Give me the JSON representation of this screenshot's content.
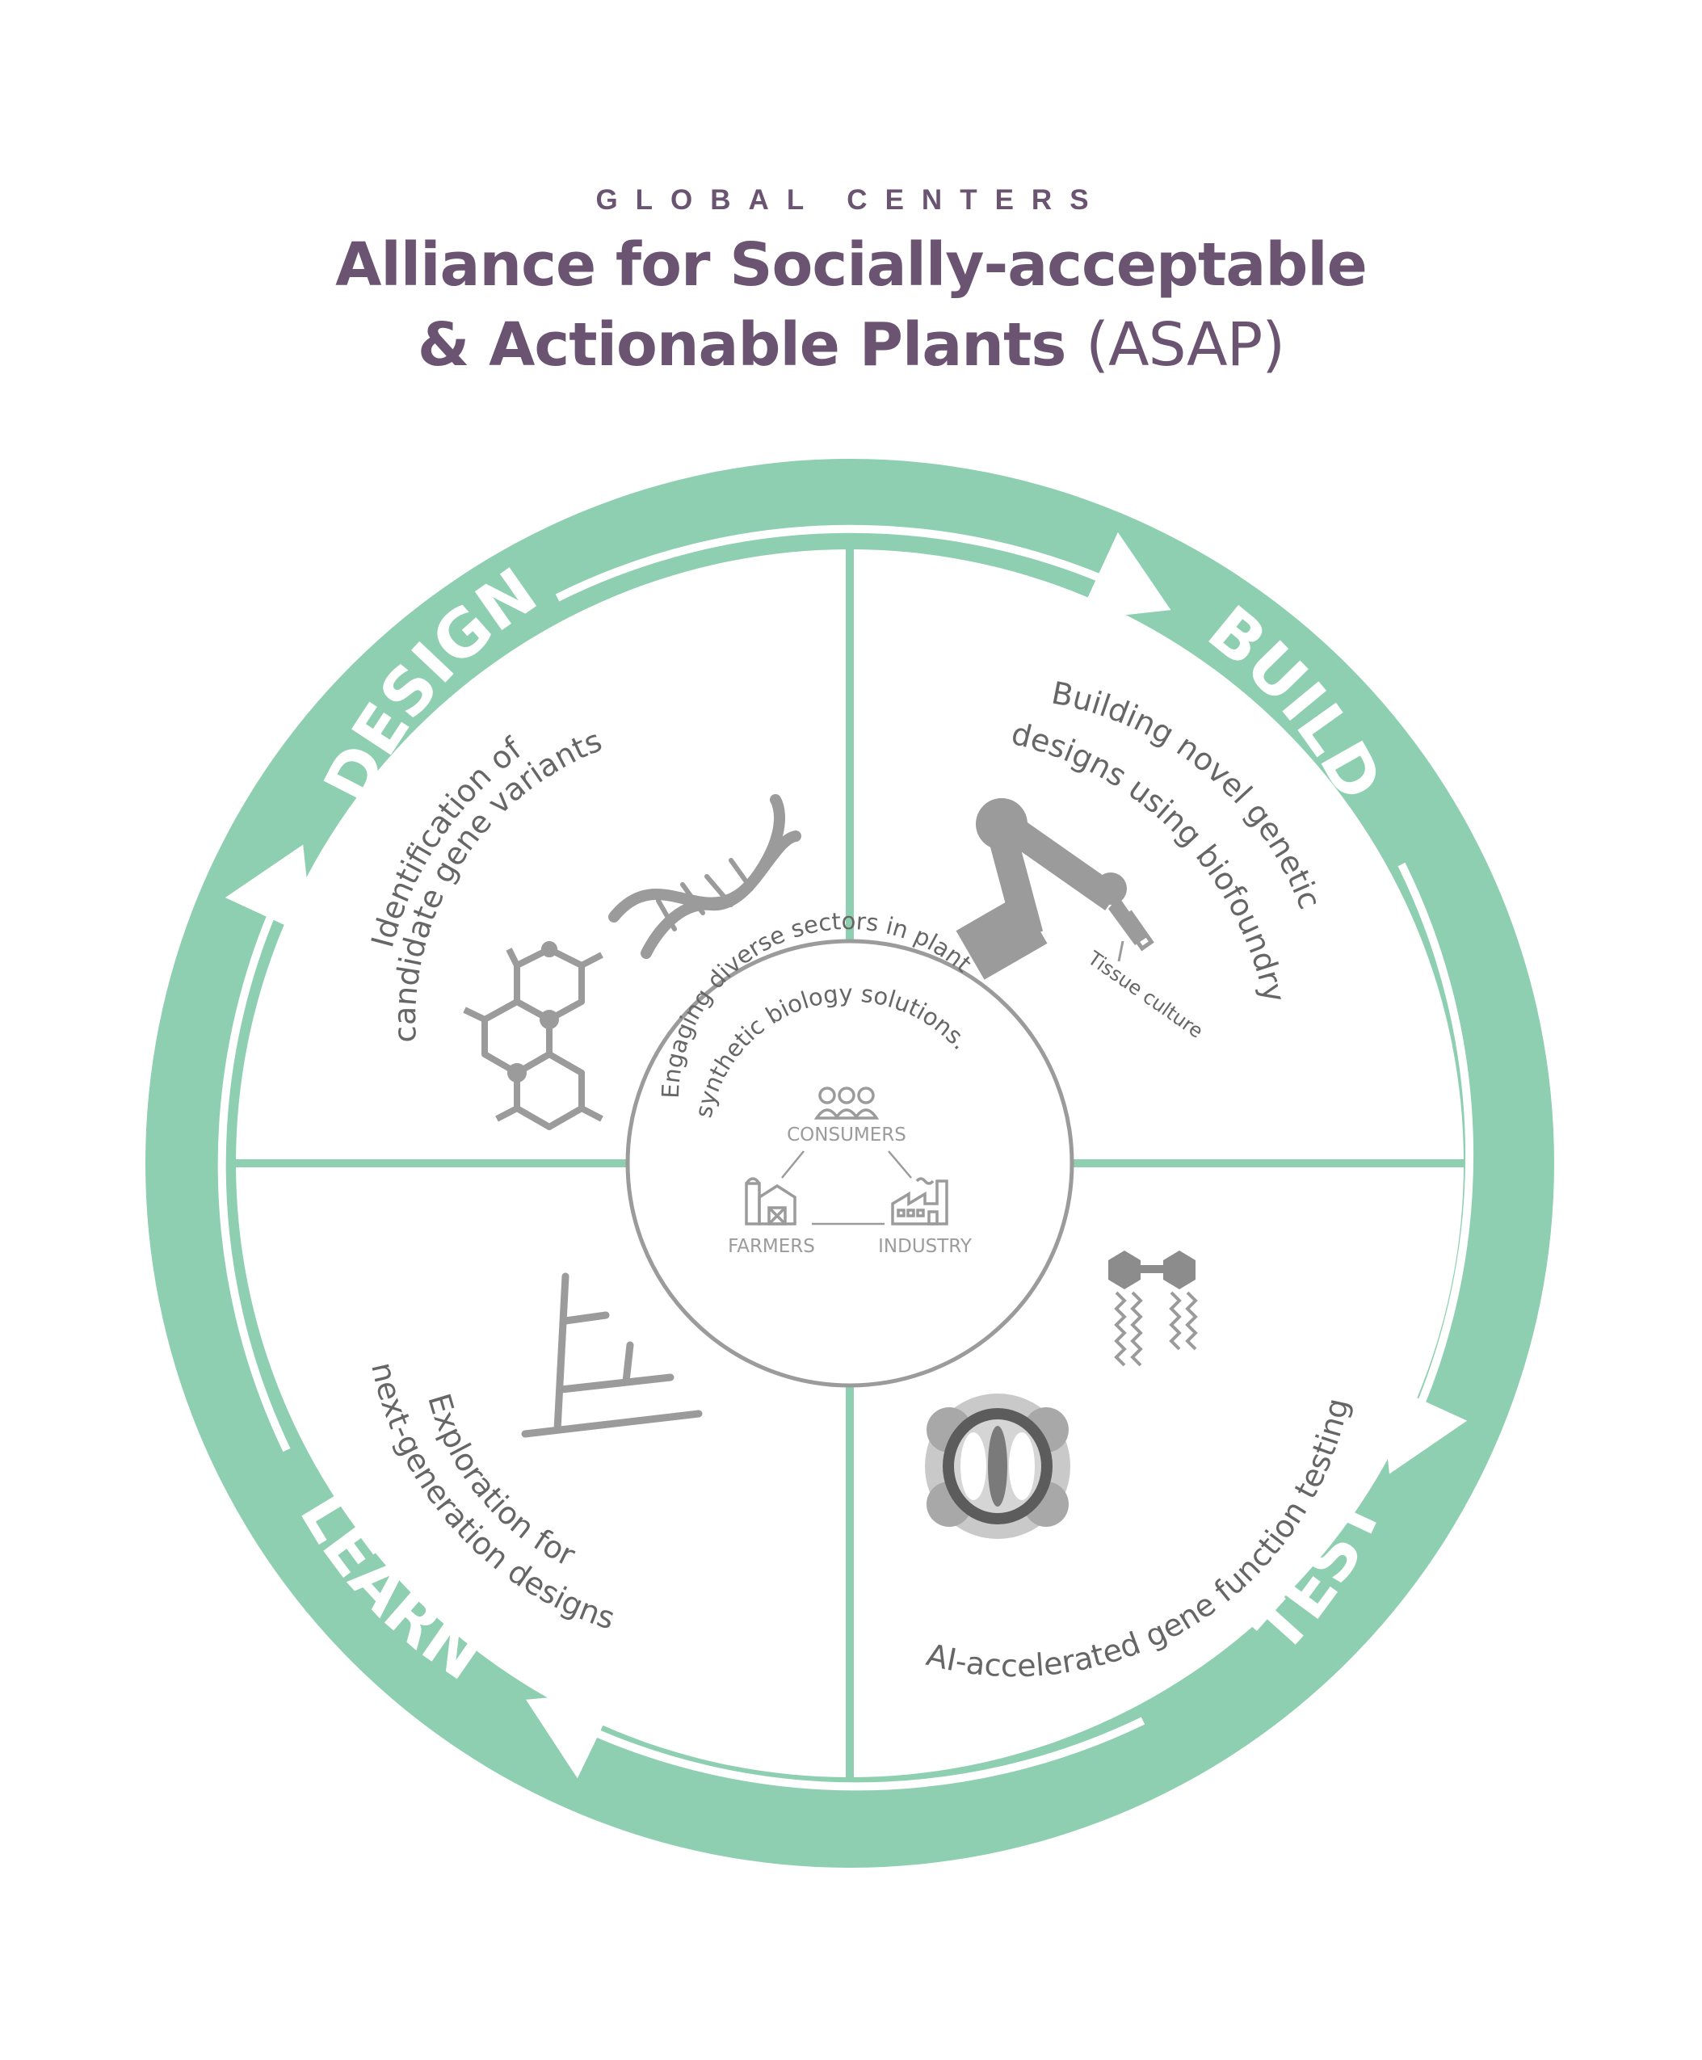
{
  "header": {
    "eyebrow": "GLOBAL CENTERS",
    "title_line1": "Alliance for Socially-acceptable",
    "title_line2": "& Actionable Plants",
    "title_acronym": "(ASAP)"
  },
  "colors": {
    "ring": "#8dcfb0",
    "title": "#6b5372",
    "icon_gray": "#9b9b9b",
    "text_gray": "#666666",
    "arrow": "#ffffff"
  },
  "phases": {
    "design": {
      "label": "DESIGN",
      "description": "Identification of candidate gene variants",
      "line1": "Identification of",
      "line2": "candidate gene variants",
      "icons": [
        "dna-icon",
        "molecule-icon"
      ]
    },
    "build": {
      "label": "BUILD",
      "description": "Building novel genetic designs using biofoundry",
      "line1": "Building novel genetic",
      "line2": "designs using biofoundry",
      "note": "Tissue culture",
      "icons": [
        "robot-arm-icon"
      ]
    },
    "test": {
      "label": "TEST",
      "description": "AI-accelerated gene function testing",
      "line1": "AI-accelerated gene function testing",
      "icons": [
        "lipid-bilayer-icon",
        "stomata-cell-icon"
      ]
    },
    "learn": {
      "label": "LEARN",
      "description": "Exploration for next-generation designs",
      "line1": "Exploration for",
      "line2": "next-generation designs",
      "icons": [
        "phylogenetic-tree-icon"
      ]
    }
  },
  "center": {
    "line1": "Engaging diverse sectors in plant",
    "line2": "synthetic biology solutions.",
    "nodes": {
      "consumers": "CONSUMERS",
      "farmers": "FARMERS",
      "industry": "INDUSTRY"
    },
    "icons": [
      "people-icon",
      "barn-icon",
      "factory-icon"
    ]
  }
}
